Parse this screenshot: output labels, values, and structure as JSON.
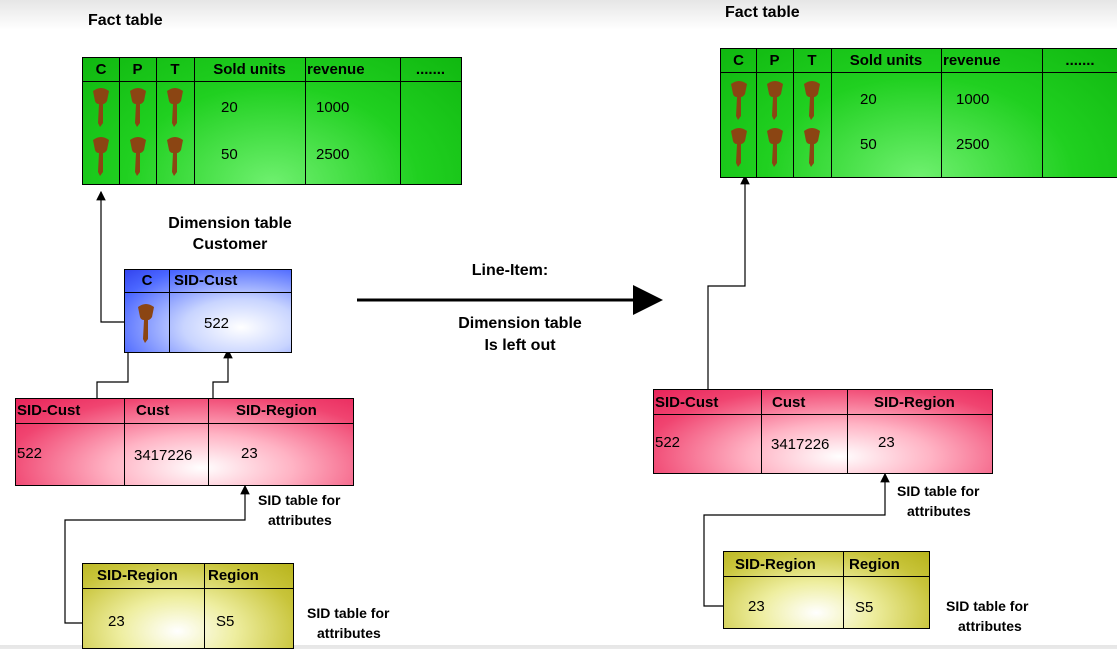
{
  "left": {
    "fact_title": "Fact table",
    "fact_headers": [
      "C",
      "P",
      "T",
      "Sold units",
      "revenue",
      "......."
    ],
    "fact_rows": [
      {
        "sold_units": "20",
        "revenue": "1000"
      },
      {
        "sold_units": "50",
        "revenue": "2500"
      }
    ],
    "dim_title_line1": "Dimension table",
    "dim_title_line2": "Customer",
    "dim_headers": [
      "C",
      "SID-Cust"
    ],
    "dim_value": "522",
    "sid_headers": [
      "SID-Cust",
      "Cust",
      "SID-Region"
    ],
    "sid_values": [
      "522",
      "3417226",
      "23"
    ],
    "sid_label_line1": "SID table for",
    "sid_label_line2": "attributes",
    "attr_headers": [
      "SID-Region",
      "Region"
    ],
    "attr_values": [
      "23",
      "S5"
    ],
    "attr_label_line1": "SID table for",
    "attr_label_line2": "attributes"
  },
  "middle": {
    "line1": "Line-Item:",
    "line2": "Dimension table",
    "line3": "Is left out"
  },
  "right": {
    "fact_title": "Fact table",
    "fact_headers": [
      "C",
      "P",
      "T",
      "Sold units",
      "revenue",
      "......."
    ],
    "fact_rows": [
      {
        "sold_units": "20",
        "revenue": "1000"
      },
      {
        "sold_units": "50",
        "revenue": "2500"
      }
    ],
    "sid_headers": [
      "SID-Cust",
      "Cust",
      "SID-Region"
    ],
    "sid_values": [
      "522",
      "3417226",
      "23"
    ],
    "sid_label_line1": "SID table for",
    "sid_label_line2": "attributes",
    "attr_headers": [
      "SID-Region",
      "Region"
    ],
    "attr_values": [
      "23",
      "S5"
    ],
    "attr_label_line1": "SID table for",
    "attr_label_line2": "attributes"
  },
  "colors": {
    "fact": "#20d020",
    "dimension": "#4a66ff",
    "sid": "#e8245a",
    "attributes": "#c8c43a",
    "key": "#8b4513"
  },
  "icons": {
    "key": "key-icon"
  }
}
